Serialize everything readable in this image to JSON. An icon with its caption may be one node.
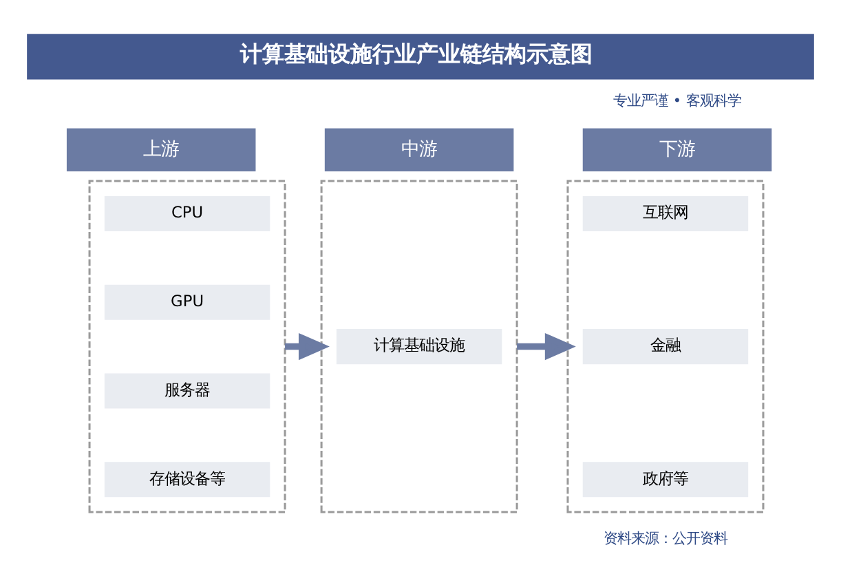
{
  "diagram": {
    "title": "计算基础设施行业产业链结构示意图",
    "nodes": [
      {
        "text": [
          "上游"
        ]
      },
      {
        "text": [],
        "shape": "box"
      },
      {
        "text": [
          "CPU"
        ],
        "in": 1
      },
      {
        "text": [
          "GPU"
        ],
        "in": 1
      },
      {
        "text": [
          "服务器"
        ],
        "in": 1
      },
      {
        "text": [
          "存储设备等"
        ],
        "in": 1
      },
      {
        "text": [
          "中游"
        ]
      },
      {
        "text": [],
        "shape": "box"
      },
      {
        "text": [
          "计算基础设施"
        ],
        "in": 7
      },
      {
        "text": [
          "下游"
        ]
      },
      {
        "text": [],
        "shape": "box"
      },
      {
        "text": [
          "互联网"
        ],
        "in": 10
      },
      {
        "text": [
          "金融"
        ],
        "in": 10
      },
      {
        "text": [
          "政府等"
        ],
        "in": 10
      }
    ],
    "edges": [
      {
        "from": 1,
        "to": 7,
        "arrow": "to"
      },
      {
        "from": 7,
        "to": 10,
        "arrow": "to"
      }
    ],
    "labels": [
      "专业严谨 • 客观科学",
      "资料来源：公开资料"
    ]
  }
}
